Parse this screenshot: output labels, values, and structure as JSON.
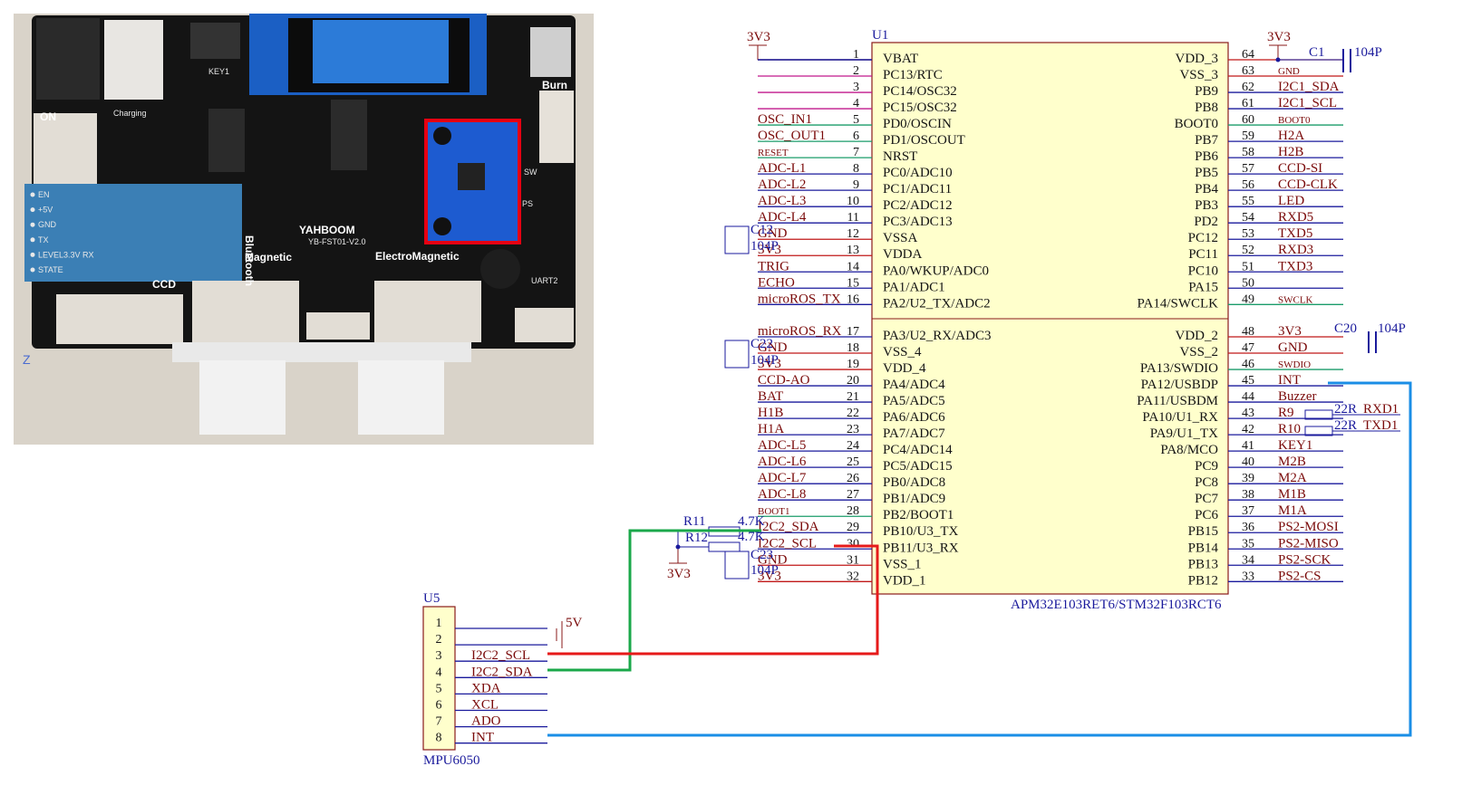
{
  "board": {
    "logo": "YAHBOOM",
    "model": "YB-FST01-V2.0",
    "labels": {
      "on": "ON",
      "charging": "Charging",
      "key1": "KEY1",
      "burn": "Burn",
      "bluetooth": "Bluetooth",
      "magnetic": "Magnetic",
      "electromagnetic": "ElectroMagnetic",
      "ccd": "CCD",
      "uart2": "UART2",
      "ps": "PS",
      "sw": "SW"
    },
    "bt_pins": [
      "EN",
      "+5V",
      "GND",
      "TX",
      "LEVEL3.3V RX",
      "STATE"
    ],
    "axis_z": "Z",
    "highlight_color": "#e60012"
  },
  "u1": {
    "ref": "U1",
    "part": "APM32E103RET6/STM32F103RCT6",
    "left": [
      {
        "num": "1",
        "name": "VBAT",
        "net": "",
        "color": "#7a0a0a"
      },
      {
        "num": "2",
        "name": "PC13/RTC",
        "net": "",
        "color": "#c0188c"
      },
      {
        "num": "3",
        "name": "PC14/OSC32",
        "net": "",
        "color": "#c0188c"
      },
      {
        "num": "4",
        "name": "PC15/OSC32",
        "net": "",
        "color": "#c0188c"
      },
      {
        "num": "5",
        "name": "PD0/OSCIN",
        "net": "OSC_IN1",
        "color": "#1a9c6a"
      },
      {
        "num": "6",
        "name": "PD1/OSCOUT",
        "net": "OSC_OUT1",
        "color": "#1a9c6a"
      },
      {
        "num": "7",
        "name": "NRST",
        "net": "RESET",
        "color": "#1a9c6a"
      },
      {
        "num": "8",
        "name": "PC0/ADC10",
        "net": "ADC-L1",
        "color": "#141414"
      },
      {
        "num": "9",
        "name": "PC1/ADC11",
        "net": "ADC-L2",
        "color": "#141414"
      },
      {
        "num": "10",
        "name": "PC2/ADC12",
        "net": "ADC-L3",
        "color": "#141414"
      },
      {
        "num": "11",
        "name": "PC3/ADC13",
        "net": "ADC-L4",
        "color": "#141414"
      },
      {
        "num": "12",
        "name": "VSSA",
        "net": "GND",
        "color": "#c01818"
      },
      {
        "num": "13",
        "name": "VDDA",
        "net": "3V3",
        "color": "#c01818"
      },
      {
        "num": "14",
        "name": "PA0/WKUP/ADC0",
        "net": "TRIG",
        "color": "#141414"
      },
      {
        "num": "15",
        "name": "PA1/ADC1",
        "net": "ECHO",
        "color": "#141414"
      },
      {
        "num": "16",
        "name": "PA2/U2_TX/ADC2",
        "net": "microROS_TX",
        "color": "#141414"
      },
      {
        "num": "17",
        "name": "PA3/U2_RX/ADC3",
        "net": "microROS_RX",
        "color": "#141414"
      },
      {
        "num": "18",
        "name": "VSS_4",
        "net": "GND",
        "color": "#c01818"
      },
      {
        "num": "19",
        "name": "VDD_4",
        "net": "3V3",
        "color": "#c01818"
      },
      {
        "num": "20",
        "name": "PA4/ADC4",
        "net": "CCD-AO",
        "color": "#141414"
      },
      {
        "num": "21",
        "name": "PA5/ADC5",
        "net": "BAT",
        "color": "#141414"
      },
      {
        "num": "22",
        "name": "PA6/ADC6",
        "net": "H1B",
        "color": "#141414"
      },
      {
        "num": "23",
        "name": "PA7/ADC7",
        "net": "H1A",
        "color": "#141414"
      },
      {
        "num": "24",
        "name": "PC4/ADC14",
        "net": "ADC-L5",
        "color": "#141414"
      },
      {
        "num": "25",
        "name": "PC5/ADC15",
        "net": "ADC-L6",
        "color": "#141414"
      },
      {
        "num": "26",
        "name": "PB0/ADC8",
        "net": "ADC-L7",
        "color": "#141414"
      },
      {
        "num": "27",
        "name": "PB1/ADC9",
        "net": "ADC-L8",
        "color": "#141414"
      },
      {
        "num": "28",
        "name": "PB2/BOOT1",
        "net": "BOOT1",
        "color": "#1a9c6a"
      },
      {
        "num": "29",
        "name": "PB10/U3_TX",
        "net": "I2C2_SDA",
        "color": "#141414"
      },
      {
        "num": "30",
        "name": "PB11/U3_RX",
        "net": "I2C2_SCL",
        "color": "#141414"
      },
      {
        "num": "31",
        "name": "VSS_1",
        "net": "GND",
        "color": "#c01818"
      },
      {
        "num": "32",
        "name": "VDD_1",
        "net": "3V3",
        "color": "#c01818"
      }
    ],
    "right": [
      {
        "num": "64",
        "name": "VDD_3",
        "net": "",
        "color": "#c01818"
      },
      {
        "num": "63",
        "name": "VSS_3",
        "net": "GND",
        "color": "#c01818"
      },
      {
        "num": "62",
        "name": "PB9",
        "net": "I2C1_SDA",
        "color": "#141414"
      },
      {
        "num": "61",
        "name": "PB8",
        "net": "I2C1_SCL",
        "color": "#141414"
      },
      {
        "num": "60",
        "name": "BOOT0",
        "net": "BOOT0",
        "color": "#1a9c6a"
      },
      {
        "num": "59",
        "name": "PB7",
        "net": "H2A",
        "color": "#141414"
      },
      {
        "num": "58",
        "name": "PB6",
        "net": "H2B",
        "color": "#141414"
      },
      {
        "num": "57",
        "name": "PB5",
        "net": "CCD-SI",
        "color": "#141414"
      },
      {
        "num": "56",
        "name": "PB4",
        "net": "CCD-CLK",
        "color": "#141414"
      },
      {
        "num": "55",
        "name": "PB3",
        "net": "LED",
        "color": "#141414"
      },
      {
        "num": "54",
        "name": "PD2",
        "net": "RXD5",
        "color": "#141414"
      },
      {
        "num": "53",
        "name": "PC12",
        "net": "TXD5",
        "color": "#141414"
      },
      {
        "num": "52",
        "name": "PC11",
        "net": "RXD3",
        "color": "#141414"
      },
      {
        "num": "51",
        "name": "PC10",
        "net": "TXD3",
        "color": "#141414"
      },
      {
        "num": "50",
        "name": "PA15",
        "net": "",
        "color": "#141414"
      },
      {
        "num": "49",
        "name": "PA14/SWCLK",
        "net": "SWCLK",
        "color": "#1a9c6a"
      },
      {
        "num": "48",
        "name": "VDD_2",
        "net": "3V3",
        "color": "#c01818"
      },
      {
        "num": "47",
        "name": "VSS_2",
        "net": "GND",
        "color": "#c01818"
      },
      {
        "num": "46",
        "name": "PA13/SWDIO",
        "net": "SWDIO",
        "color": "#1a9c6a"
      },
      {
        "num": "45",
        "name": "PA12/USBDP",
        "net": "INT",
        "color": "#141414"
      },
      {
        "num": "44",
        "name": "PA11/USBDM",
        "net": "Buzzer",
        "color": "#141414"
      },
      {
        "num": "43",
        "name": "PA10/U1_RX",
        "net": "R9",
        "color": "#141414"
      },
      {
        "num": "42",
        "name": "PA9/U1_TX",
        "net": "R10",
        "color": "#141414"
      },
      {
        "num": "41",
        "name": "PA8/MCO",
        "net": "KEY1",
        "color": "#141414"
      },
      {
        "num": "40",
        "name": "PC9",
        "net": "M2B",
        "color": "#141414"
      },
      {
        "num": "39",
        "name": "PC8",
        "net": "M2A",
        "color": "#141414"
      },
      {
        "num": "38",
        "name": "PC7",
        "net": "M1B",
        "color": "#141414"
      },
      {
        "num": "37",
        "name": "PC6",
        "net": "M1A",
        "color": "#141414"
      },
      {
        "num": "36",
        "name": "PB15",
        "net": "PS2-MOSI",
        "color": "#141414"
      },
      {
        "num": "35",
        "name": "PB14",
        "net": "PS2-MISO",
        "color": "#141414"
      },
      {
        "num": "34",
        "name": "PB13",
        "net": "PS2-SCK",
        "color": "#141414"
      },
      {
        "num": "33",
        "name": "PB12",
        "net": "PS2-CS",
        "color": "#141414"
      }
    ]
  },
  "power": {
    "v3_left": "3V3",
    "v3_right": "3V3",
    "v3_bottom": "3V3",
    "v5": "5V"
  },
  "caps": {
    "c1": "C1",
    "c1_val": "104P",
    "c12": "C12",
    "c12_val": "104P",
    "c22": "C22",
    "c22_val": "104P",
    "c23": "C23",
    "c23_val": "104P",
    "c20": "C20",
    "c20_val": "104P"
  },
  "resistors": {
    "r9_val": "22R",
    "r9_net": "RXD1",
    "r10_val": "22R",
    "r10_net": "TXD1",
    "r11": "R11",
    "r11_val": "4.7K",
    "r12": "R12",
    "r12_val": "4.7K"
  },
  "u5": {
    "ref": "U5",
    "part": "MPU6050",
    "pins": [
      {
        "num": "1",
        "net": ""
      },
      {
        "num": "2",
        "net": ""
      },
      {
        "num": "3",
        "net": "I2C2_SCL"
      },
      {
        "num": "4",
        "net": "I2C2_SDA"
      },
      {
        "num": "5",
        "net": "XDA"
      },
      {
        "num": "6",
        "net": "XCL"
      },
      {
        "num": "7",
        "net": "ADO"
      },
      {
        "num": "8",
        "net": "INT"
      }
    ]
  },
  "wire_colors": {
    "sda": "#1aa84a",
    "scl": "#e61a1a",
    "int": "#1a8ee6"
  }
}
